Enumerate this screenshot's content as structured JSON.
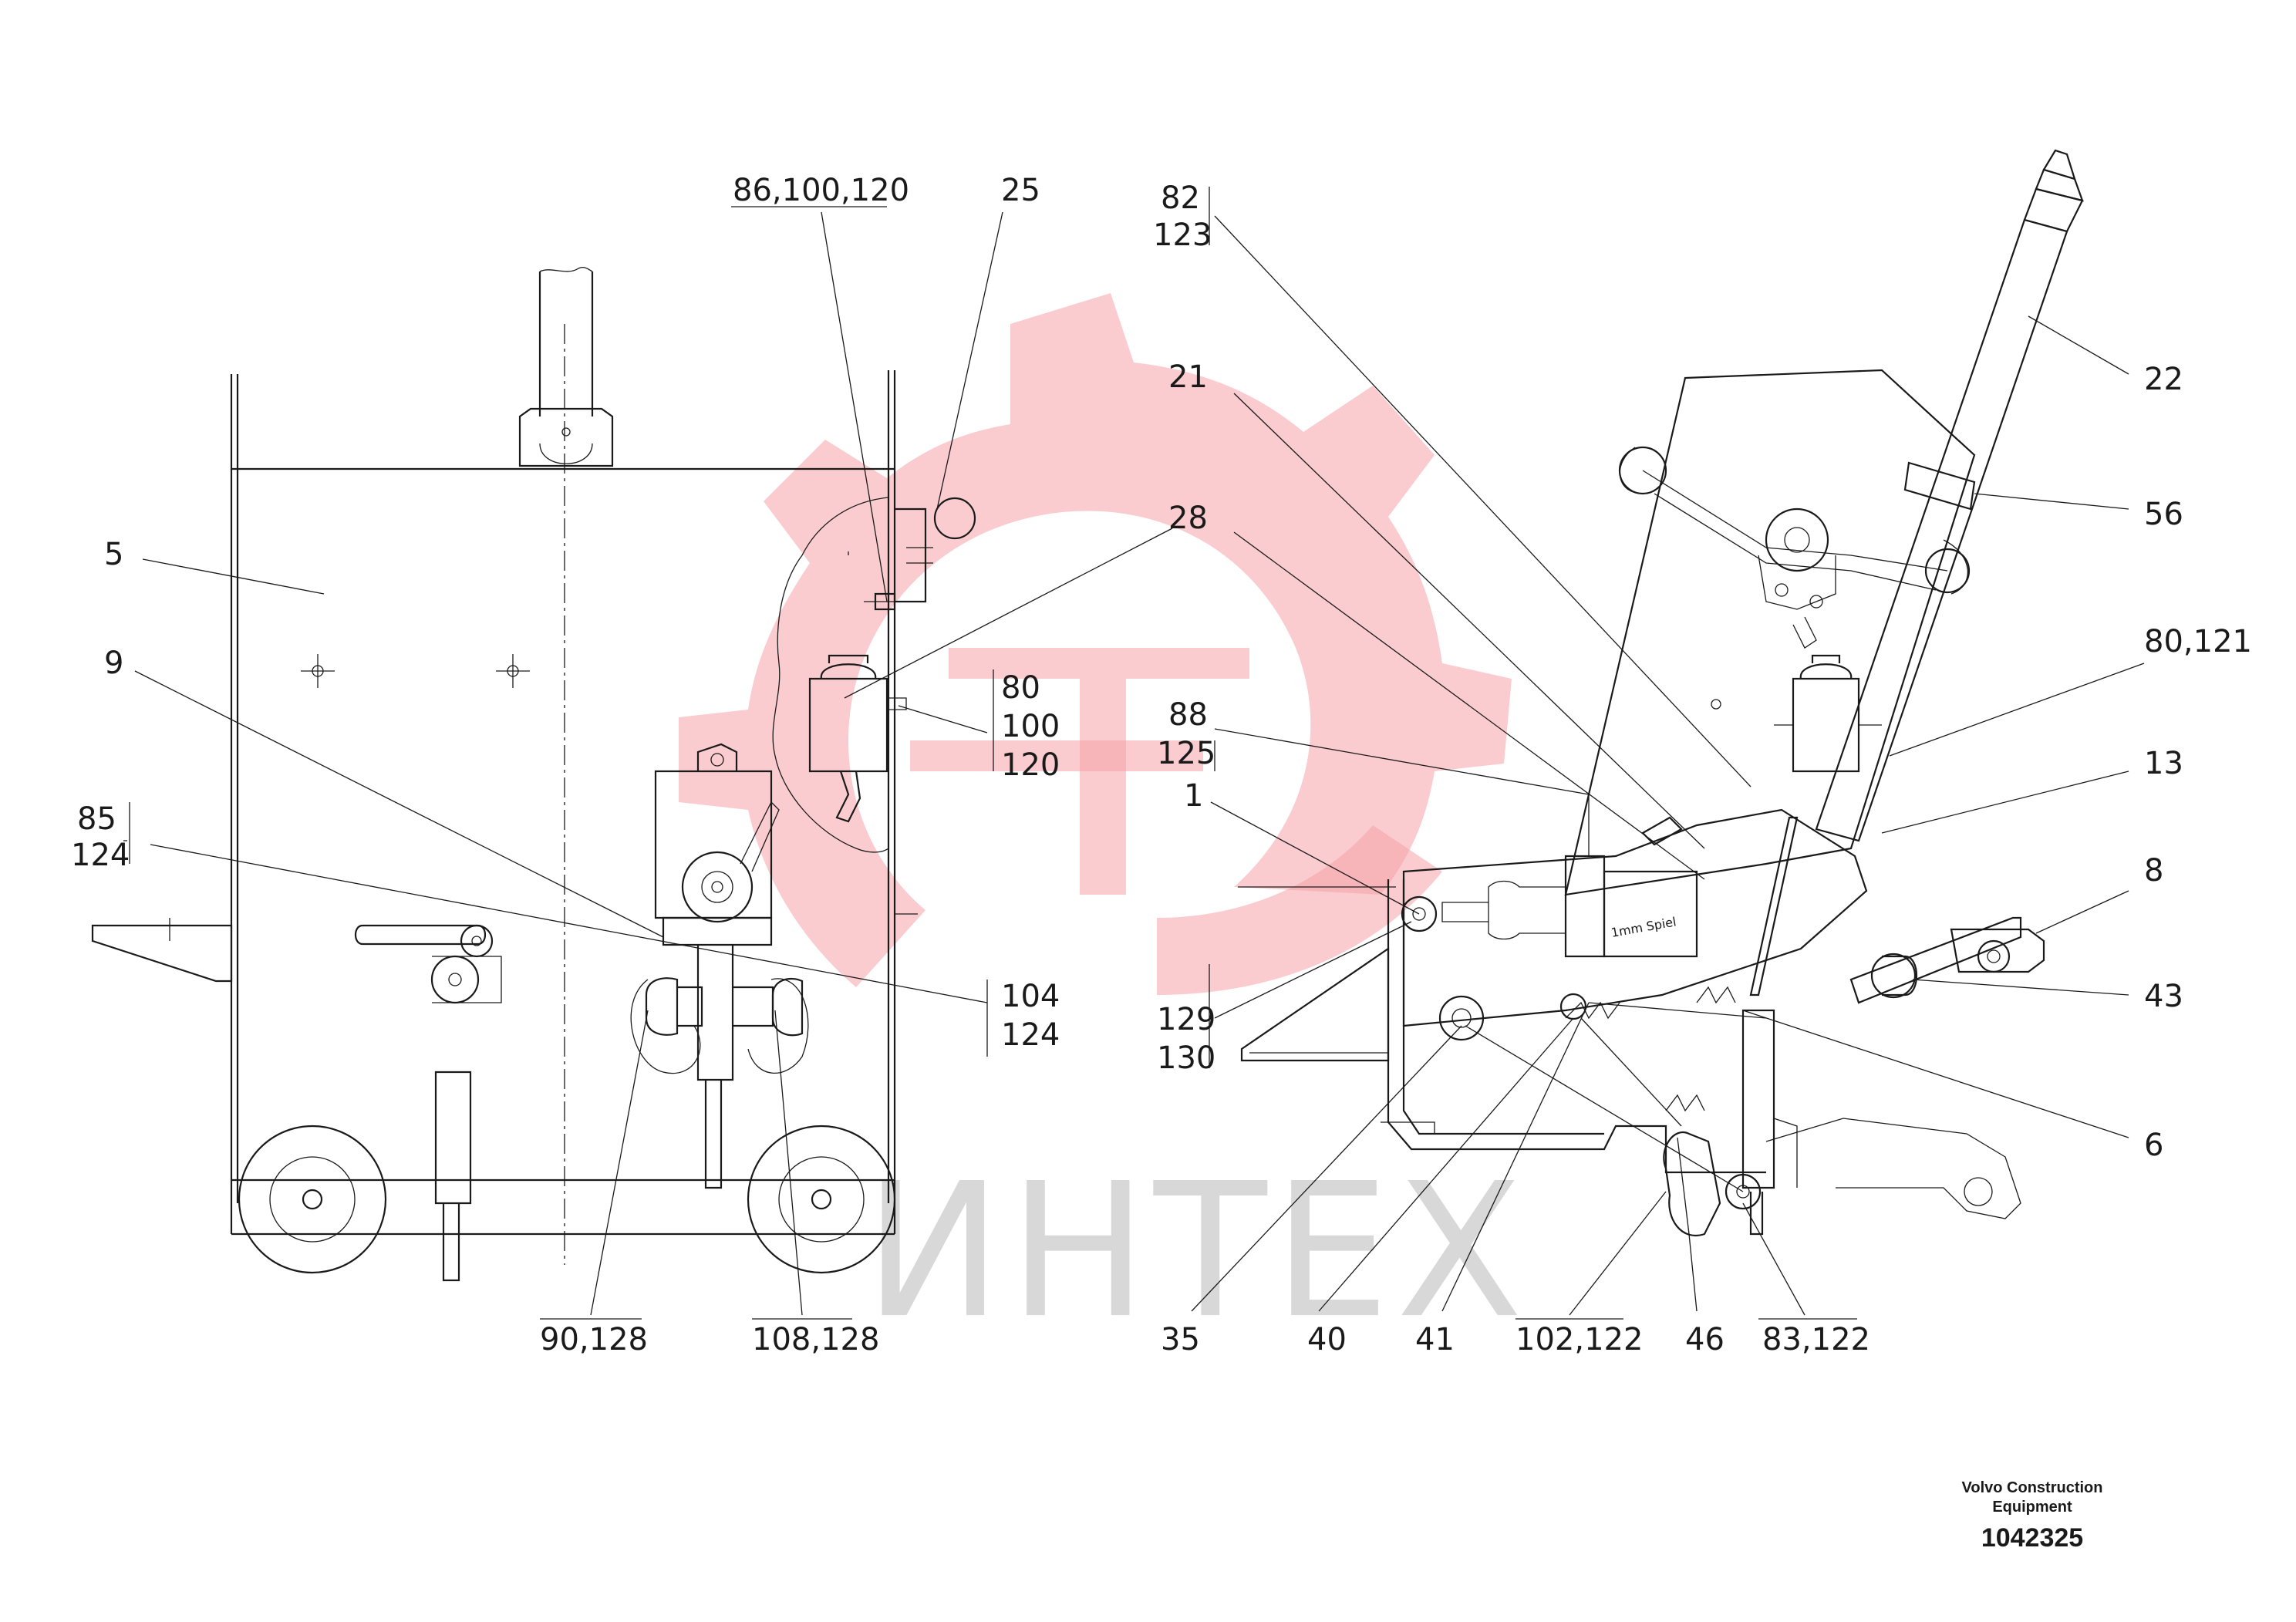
{
  "watermark": {
    "text": "ИНТЕХ",
    "color": "#f5a3a8"
  },
  "spiel_note": "1mm Spiel",
  "title_block": {
    "company_line1": "Volvo Construction",
    "company_line2": "Equipment",
    "drawing_number": "1042325"
  },
  "callouts": {
    "c86": "86,100,120",
    "c25": "25",
    "c5": "5",
    "c9": "9",
    "c85": "85",
    "c124a": "124",
    "c80": "80",
    "c100": "100",
    "c120": "120",
    "c104": "104",
    "c124b": "124",
    "c90": "90,128",
    "c108": "108,128",
    "c82": "82",
    "c123": "123",
    "c21": "21",
    "c28": "28",
    "c22": "22",
    "c56": "56",
    "c80121": "80,121",
    "c13": "13",
    "c8": "8",
    "c43": "43",
    "c6": "6",
    "c88": "88",
    "c125": "125",
    "c1": "1",
    "c129": "129",
    "c130": "130",
    "c35": "35",
    "c40": "40",
    "c41": "41",
    "c102": "102,122",
    "c46": "46",
    "c83": "83,122"
  }
}
